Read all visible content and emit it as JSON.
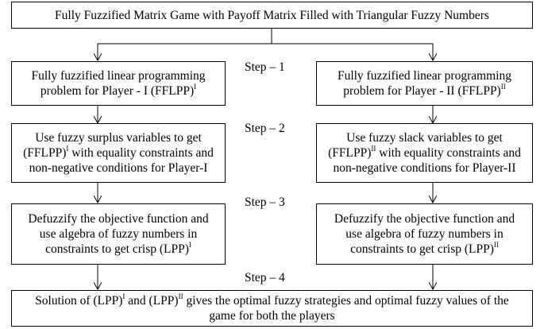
{
  "top_box": "Fully Fuzzified Matrix Game with Payoff Matrix Filled with Triangular Fuzzy Numbers",
  "steps": [
    "Step – 1",
    "Step – 2",
    "Step – 3",
    "Step – 4"
  ],
  "left": {
    "b1_l1": "Fully fuzzified linear programming",
    "b1_l2": "problem for Player - I (FFLPP)",
    "b1_sup": "I",
    "b2_l1": "Use fuzzy surplus variables to get",
    "b2_l2a": "(FFLPP)",
    "b2_sup": "I",
    "b2_l2b": " with equality constraints and",
    "b2_l3": "non-negative conditions for Player-I",
    "b3_l1": "Defuzzify the objective function and",
    "b3_l2": "use algebra of fuzzy numbers in",
    "b3_l3": "constraints to get crisp (LPP)",
    "b3_sup": "I"
  },
  "right": {
    "b1_l1": "Fully fuzzified linear programming",
    "b1_l2": "problem for Player - II (FFLPP)",
    "b1_sup": "II",
    "b2_l1": "Use fuzzy slack variables to get",
    "b2_l2a": "(FFLPP)",
    "b2_sup": "II",
    "b2_l2b": " with equality constraints and",
    "b2_l3": "non-negative conditions for Player-II",
    "b3_l1": "Defuzzify the objective function and",
    "b3_l2": "use algebra of fuzzy numbers in",
    "b3_l3": "constraints to get crisp (LPP)",
    "b3_sup": "II"
  },
  "bottom": {
    "l1a": "Solution of (LPP)",
    "sup1": "I",
    "l1b": " and (LPP)",
    "sup2": "II",
    "l1c": " gives the optimal fuzzy strategies and optimal fuzzy values of the",
    "l2": "game for both the players"
  }
}
